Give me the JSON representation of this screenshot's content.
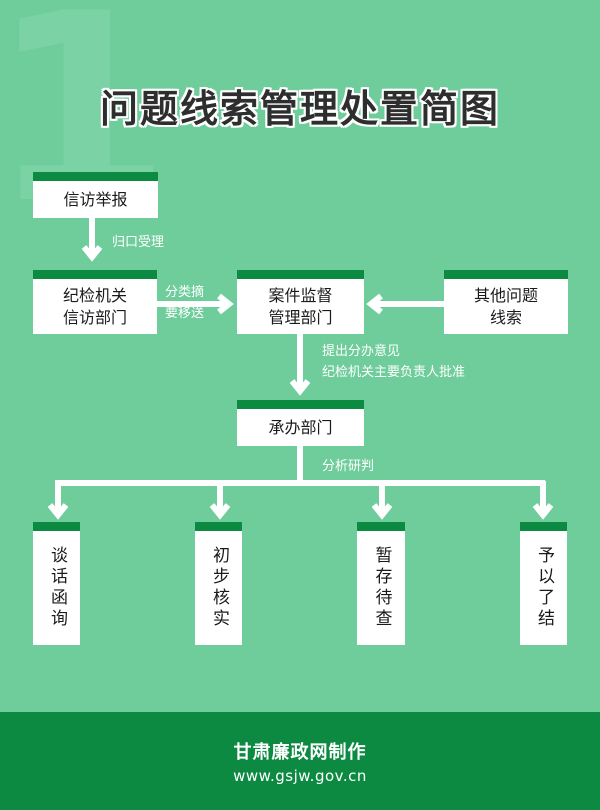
{
  "background_number": "1",
  "title": "问题线索管理处置简图",
  "nodes": {
    "xinfang": "信访举报",
    "jijian": "纪检机关\n信访部门",
    "anjian": "案件监督\n管理部门",
    "qita": "其他问题\n线索",
    "chengban": "承办部门",
    "tanhua": "谈话函询",
    "chubu": "初步核实",
    "zancun": "暂存待查",
    "yiyi": "予以了结"
  },
  "labels": {
    "guikou": "归口受理",
    "fenlei": "分类摘\n要移送",
    "tichu": "提出分办意见\n纪检机关主要负责人批准",
    "fenxi": "分析研判"
  },
  "footer": {
    "org": "甘肃廉政网制作",
    "url": "www.gsjw.gov.cn"
  },
  "colors": {
    "background": "#6fcd9c",
    "accent": "#0d8a42",
    "box": "#ffffff"
  }
}
